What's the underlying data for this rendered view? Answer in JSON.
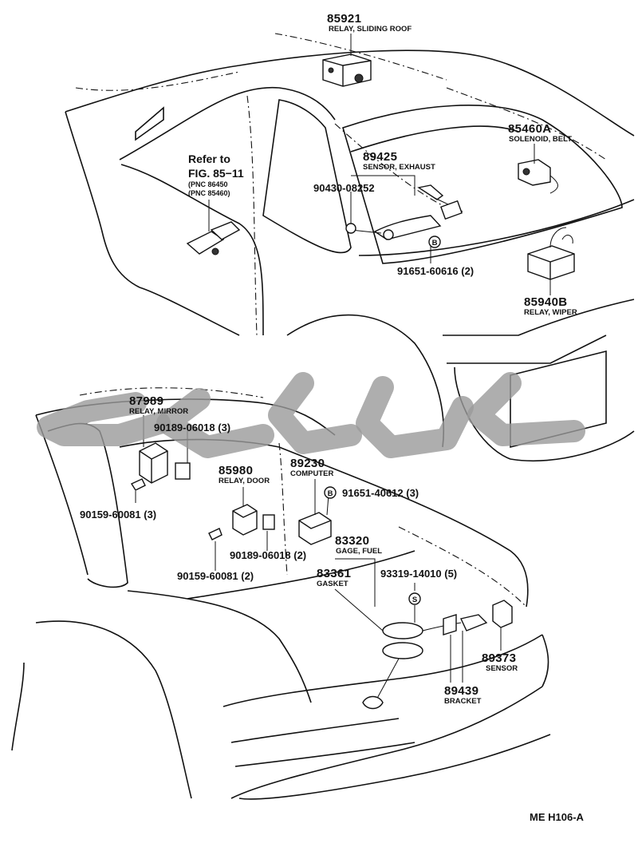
{
  "labels": {
    "relay_sliding_roof": {
      "part_no": "85921",
      "desc": "RELAY, SLIDING ROOF"
    },
    "solenoid_belt": {
      "part_no": "85460A",
      "desc": "SOLENOID, BELT"
    },
    "sensor_exhaust": {
      "part_no": "89425",
      "desc": "SENSOR, EXHAUST"
    },
    "bolt_90430": {
      "part_no": "90430-08252"
    },
    "bolt_91651_60616": {
      "part_no": "91651-60616 (2)"
    },
    "relay_wiper": {
      "part_no": "85940B",
      "desc": "RELAY, WIPER"
    },
    "refer": {
      "line1": "Refer to",
      "line2": "FIG. 85−11",
      "pnc1": "(PNC 86450",
      "pnc2": "(PNC 85460)"
    },
    "relay_mirror": {
      "part_no": "87989",
      "desc": "RELAY, MIRROR"
    },
    "clip_90189_top": {
      "part_no": "90189-06018 (3)"
    },
    "screw_90159_top": {
      "part_no": "90159-60081  (3)"
    },
    "relay_door": {
      "part_no": "85980",
      "desc": "RELAY, DOOR"
    },
    "computer": {
      "part_no": "89230",
      "desc": "COMPUTER"
    },
    "bolt_91651_40612": {
      "part_no": "91651-40612 (3)"
    },
    "clip_90189_bottom": {
      "part_no": "90189-06018 (2)"
    },
    "screw_90159_bottom": {
      "part_no": "90159-60081 (2)"
    },
    "gage_fuel": {
      "part_no": "83320",
      "desc": "GAGE, FUEL"
    },
    "gasket": {
      "part_no": "83361",
      "desc": "GASKET"
    },
    "screw_93319": {
      "part_no": "93319-14010 (5)"
    },
    "bracket": {
      "part_no": "89439",
      "desc": "BRACKET"
    },
    "sensor": {
      "part_no": "89373",
      "desc": "SENSOR"
    }
  },
  "callouts": {
    "b_top": "B",
    "b_mid": "B",
    "s_mid": "S"
  },
  "diagram_code": "ME H106-A",
  "colors": {
    "line": "#111111",
    "watermark": "#9a9a9a",
    "background": "#ffffff"
  }
}
